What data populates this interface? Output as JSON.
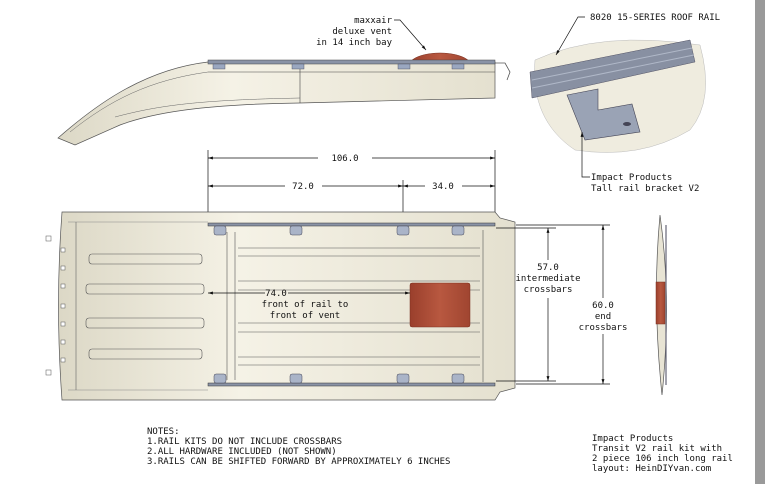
{
  "side_view": {
    "vent_label": [
      "maxxair",
      "deluxe vent",
      "in 14 inch bay"
    ]
  },
  "dimensions": {
    "overall_rail": "106.0",
    "front_segment": "72.0",
    "rear_segment": "34.0",
    "rail_to_vent": {
      "value": "74.0",
      "lines": [
        "front of rail to",
        "front of vent"
      ]
    },
    "intermediate": {
      "value": "57.0",
      "lines": [
        "intermediate",
        "crossbars"
      ]
    },
    "end": {
      "value": "60.0",
      "lines": [
        "end",
        "crossbars"
      ]
    }
  },
  "detail_view": {
    "rail_label": "8020 15-SERIES ROOF RAIL",
    "bracket_label": [
      "Impact Products",
      "Tall rail bracket V2"
    ]
  },
  "notes": {
    "title": "NOTES:",
    "items": [
      "1.RAIL KITS DO NOT INCLUDE CROSSBARS",
      "2.ALL HARDWARE INCLUDED (NOT SHOWN)",
      "3.RAILS CAN BE SHIFTED FORWARD BY APPROXIMATELY 6 INCHES"
    ]
  },
  "title_block": [
    "Impact Products",
    "Transit V2 rail kit with",
    "2 piece 106 inch long rail",
    "layout: HeinDIYvan.com"
  ],
  "colors": {
    "vent": "#b0503a",
    "rail": "#8a93a6",
    "body": "#eeeadc"
  }
}
